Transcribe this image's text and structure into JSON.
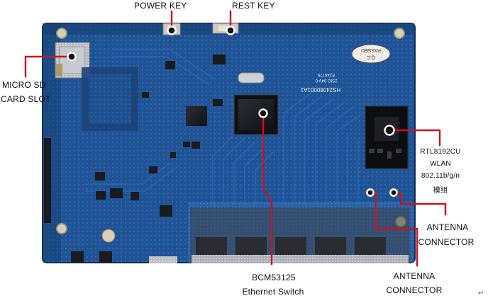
{
  "labels": {
    "power_key": "POWER KEY",
    "rest_key": "REST KEY",
    "micro_sd_line1": "MICRO SD",
    "micro_sd_line2": "CARD SLOT",
    "wlan_line1": "RTL8192CU",
    "wlan_line2": "WLAN",
    "wlan_line3": "802.11b/g/n",
    "wlan_line4": "模组",
    "antenna1_line1": "ANTENNA",
    "antenna1_line2": "CONNECTOR",
    "antenna2_line1": "ANTENNA",
    "antenna2_line2": "CONNECTOR",
    "switch_line1": "BCM53125",
    "switch_line2": "Ethernet Switch"
  },
  "board_markings": {
    "qc_stamp_line1": "Q.C",
    "qc_stamp_line2": "PASSED",
    "pcb_id": "HS24080001A1",
    "pcb_rev": "2SIG 94V-0",
    "pcb_code": "E246779",
    "corner_mark": "↵"
  },
  "colors": {
    "board": "#1e4f8c",
    "board_dark": "#143a6b",
    "callout": "#c8141e",
    "label_text": "#111111",
    "marker_ring": "#ffffff"
  }
}
